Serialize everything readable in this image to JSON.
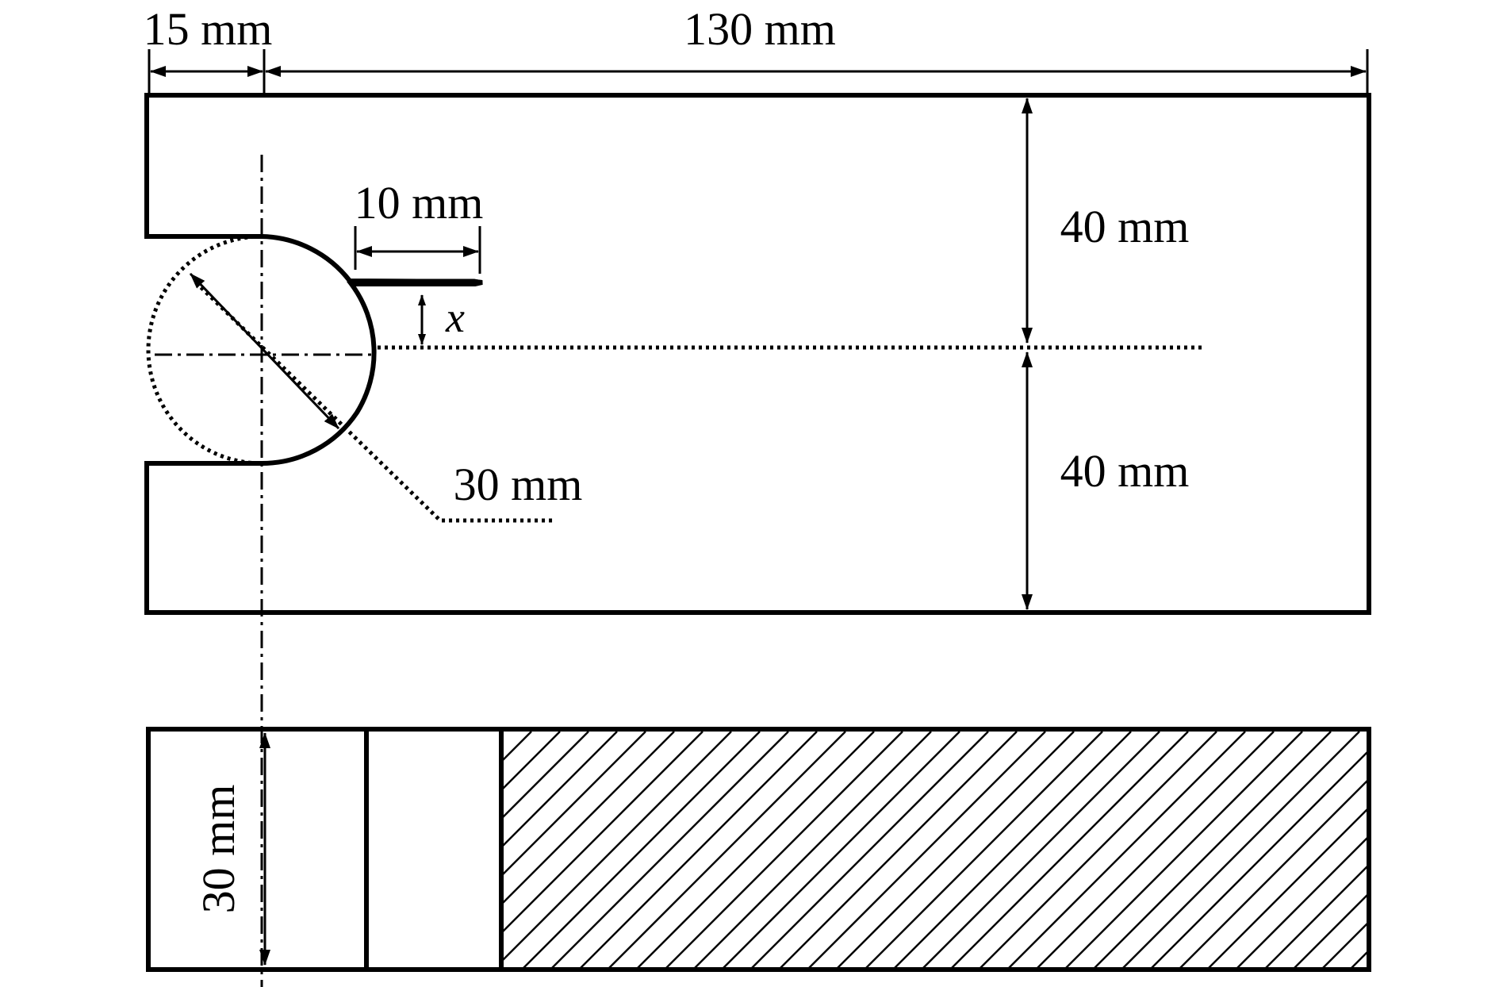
{
  "dimensions": {
    "left_width": "15 mm",
    "main_length": "130 mm",
    "notch_length": "10 mm",
    "notch_offset": "x",
    "hole_diameter": "30 mm",
    "upper_half_height": "40 mm",
    "lower_half_height": "40 mm",
    "thickness": "30 mm"
  }
}
